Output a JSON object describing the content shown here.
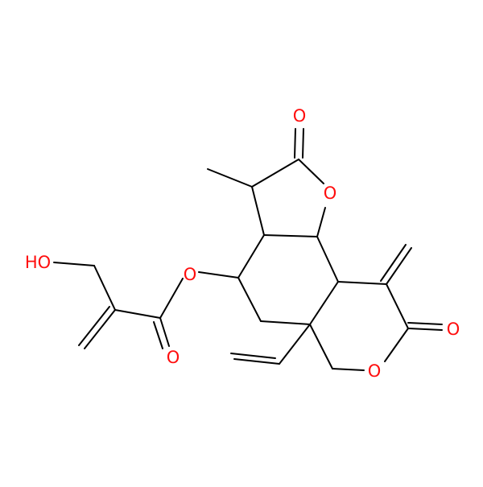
{
  "molecule": {
    "atom_labels": {
      "o_ketone_top": "O",
      "o_ring_furan": "O",
      "o_ester_link": "O",
      "o_ester_carbonyl": "O",
      "o_ring_lactone": "O",
      "o_lactone_carbonyl": "O",
      "hydroxyl": "HO"
    },
    "colors": {
      "bond": "#000000",
      "oxygen": "#ff0d0d",
      "background": "#ffffff"
    }
  }
}
